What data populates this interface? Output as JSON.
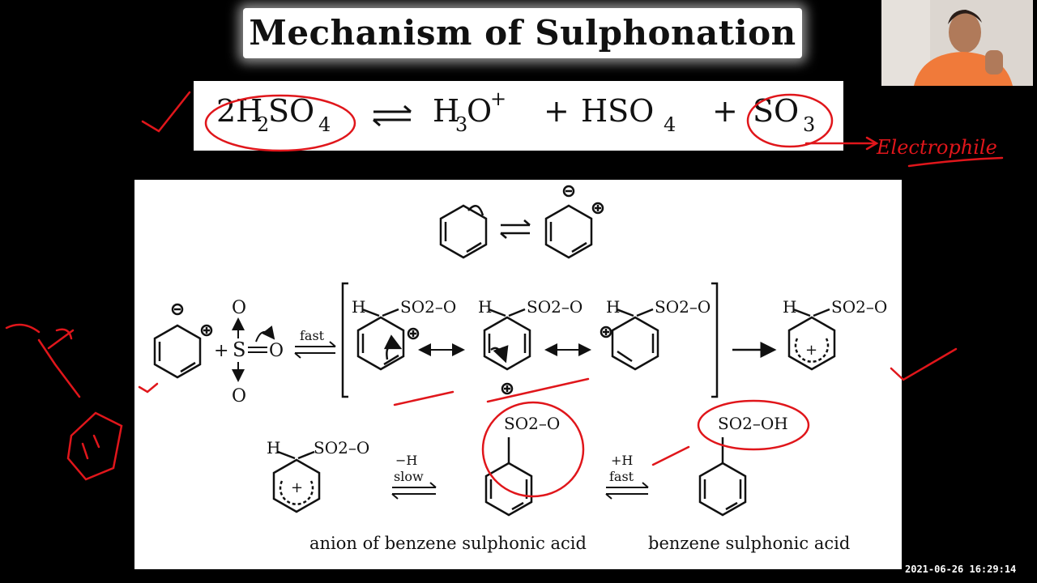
{
  "slide": {
    "title": "Mechanism of Sulphonation",
    "equation": {
      "reactant": "2H2SO4",
      "arrow": "⇌",
      "products": [
        "H3O+",
        "HSO4",
        "SO3"
      ],
      "plus": "+"
    },
    "labels": {
      "fast": "fast",
      "slow": "slow",
      "minus_h": "−H",
      "plus_h": "+H",
      "fast2": "fast",
      "anion_caption": "anion of benzene sulphonic acid",
      "acid_caption": "benzene sulphonic acid"
    },
    "groups": {
      "h": "H",
      "so2o": "SO2–O",
      "so2oh": "SO2–OH",
      "o": "O",
      "s": "S",
      "plus": "+"
    }
  },
  "annotations": {
    "electrophile": "Electrophile"
  },
  "overlay": {
    "timestamp": "2021-06-26 16:29:14"
  },
  "colors": {
    "ink": "#111111",
    "annotation_red": "#e0161b",
    "background": "#000000",
    "panel": "#ffffff"
  }
}
